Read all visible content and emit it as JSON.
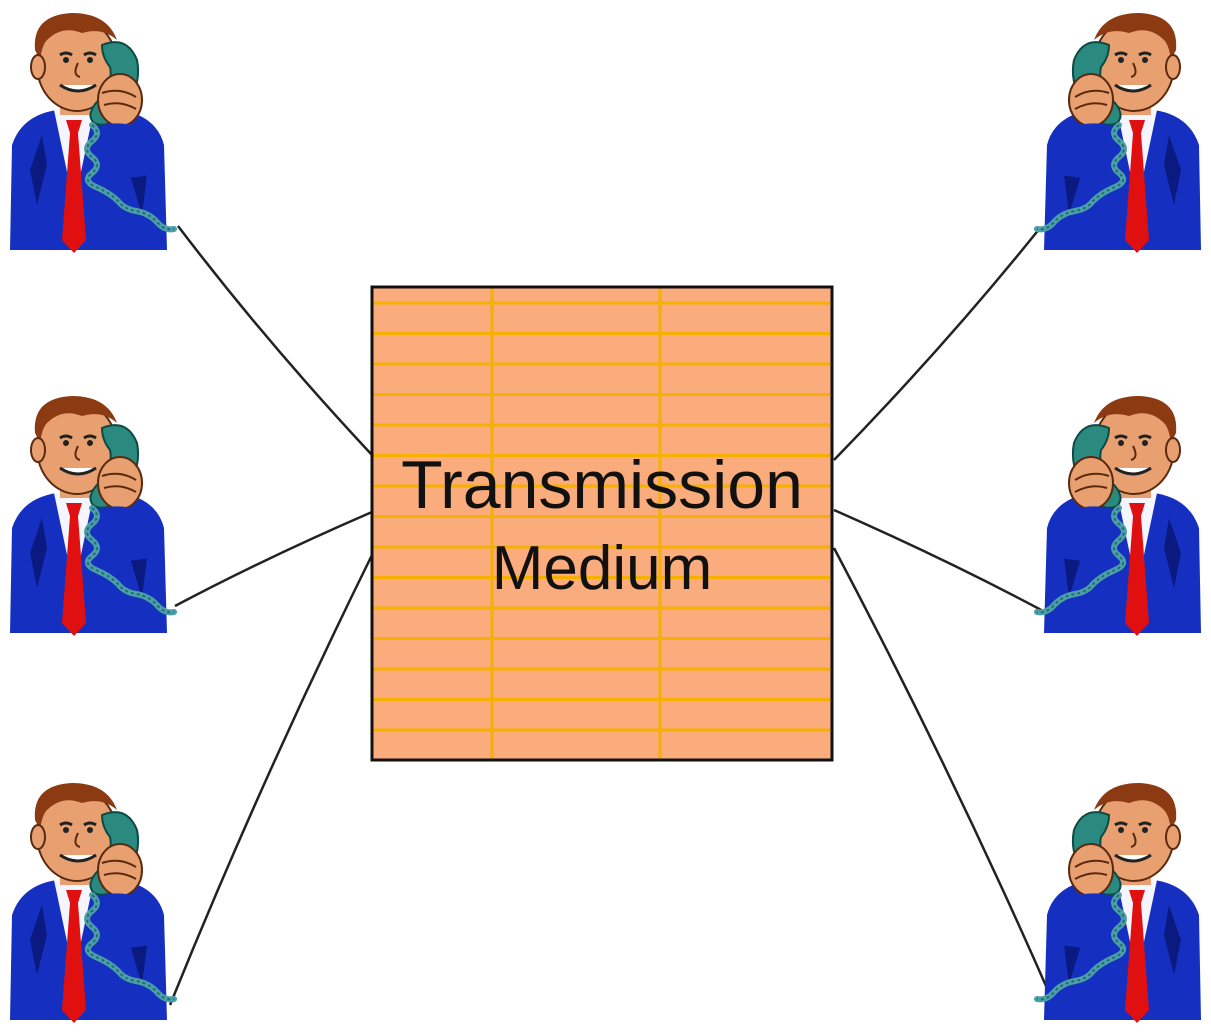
{
  "diagram": {
    "center_box": {
      "label_line1": "Transmission",
      "label_line2": "Medium",
      "fill_color": "#fbac7c",
      "grid_color": "#f6b000",
      "border_color": "#111111"
    },
    "person": {
      "suit_color": "#1530c0",
      "tie_color": "#e01010",
      "skin_color": "#e8a070",
      "hair_color": "#8b3a12",
      "phone_color": "#2a8a80"
    },
    "connection_color": "#222222",
    "callers": [
      {
        "name": "caller-top-left"
      },
      {
        "name": "caller-middle-left"
      },
      {
        "name": "caller-bottom-left"
      },
      {
        "name": "caller-top-right"
      },
      {
        "name": "caller-middle-right"
      },
      {
        "name": "caller-bottom-right"
      }
    ]
  }
}
